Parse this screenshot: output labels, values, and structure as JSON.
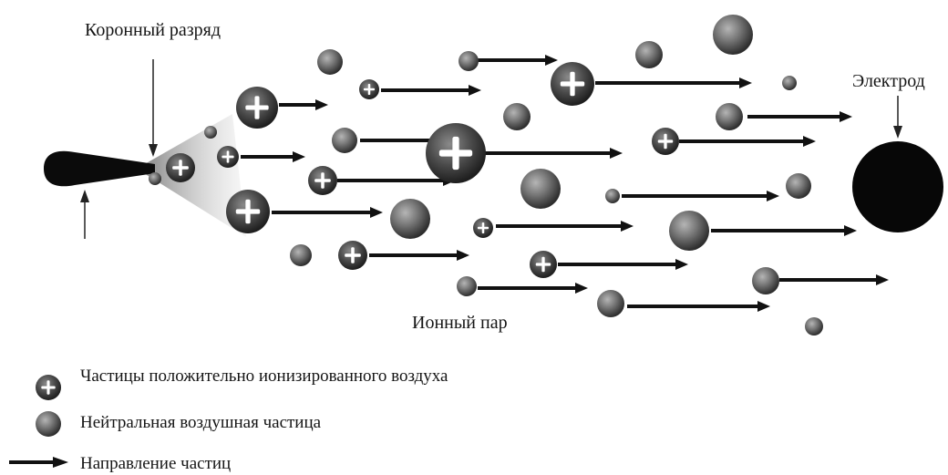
{
  "labels": {
    "corona": "Коронный разряд",
    "electrode": "Электрод",
    "ion_wind": "Ионный пар"
  },
  "legend": {
    "ion": "Частицы положительно ионизированного воздуха",
    "neutral": "Нейтральная воздушная частица",
    "direction": "Направление частиц"
  },
  "icons": {
    "ion": "plus-ion-icon",
    "neutral": "neutral-particle-icon",
    "arrow": "arrow-right-icon"
  },
  "colors": {
    "particle_dark": "#3a3a3a",
    "particle_light": "#9a9a9a",
    "arrow": "#111111",
    "plus": "#ffffff"
  }
}
